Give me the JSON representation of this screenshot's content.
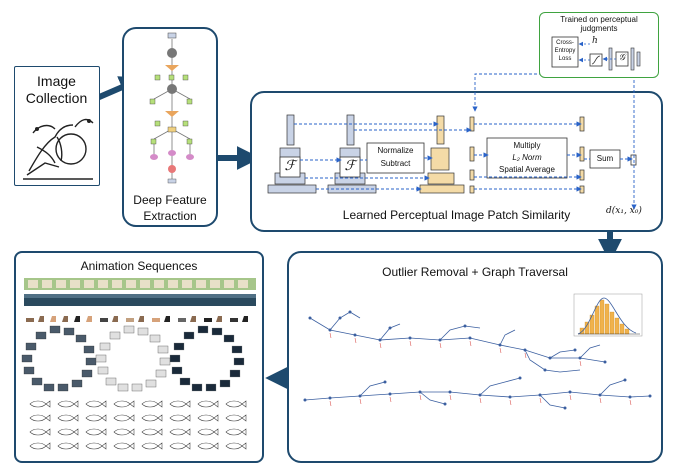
{
  "image_collection": {
    "title_line1": "Image",
    "title_line2": "Collection"
  },
  "deep_feature": {
    "title_line1": "Deep Feature",
    "title_line2": "Extraction"
  },
  "perceptual": {
    "title": "Learned Perceptual Image Patch Similarity",
    "normalize_line1": "Normalize",
    "normalize_line2": "Subtract",
    "multiply_line1": "Multiply",
    "multiply_line2": "L₂ Norm",
    "multiply_line3": "Spatial Average",
    "sum_label": "Sum",
    "f_symbol": "ℱ",
    "distance_label": "d(x₁, x₀)"
  },
  "trained": {
    "title_line1": "Trained on perceptual",
    "title_line2": "judgments",
    "loss_line1": "Cross-",
    "loss_line2": "Entropy",
    "loss_line3": "Loss",
    "h_label": "h",
    "g_symbol": "𝒢"
  },
  "outlier": {
    "title": "Outlier Removal + Graph Traversal"
  },
  "animation": {
    "title": "Animation Sequences"
  },
  "colors": {
    "frame": "#1e4a6e",
    "arrow": "#1e4a6e",
    "dashed": "#2a63c9",
    "feature_blue": "#c9d3e6",
    "feature_tan": "#f4dba7",
    "feature_orange": "#e9a55d",
    "trained_border": "#3fa340",
    "graph_node": "#3b5fa0",
    "graph_label": "#d9534f",
    "histogram": "#f0b24c"
  }
}
